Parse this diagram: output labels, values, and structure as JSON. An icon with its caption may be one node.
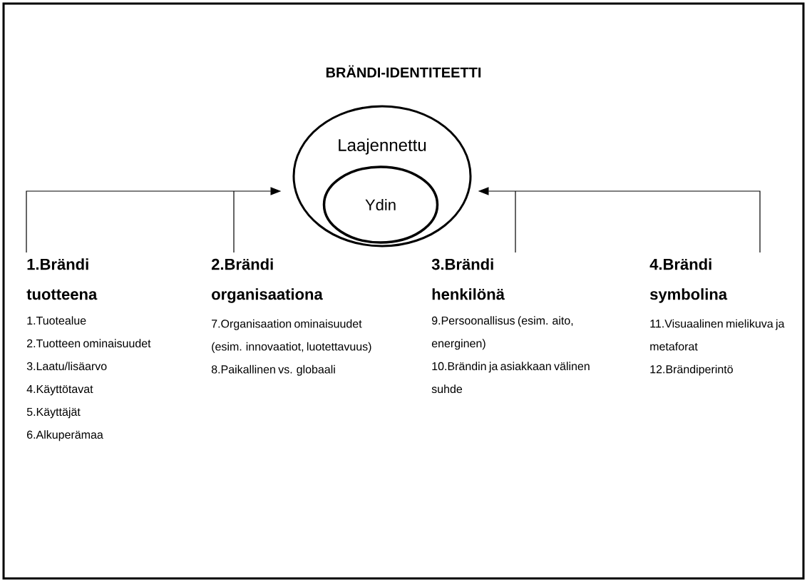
{
  "diagram": {
    "title": "BRÄNDI-IDENTITEETTI",
    "nodes": [
      {
        "text": [
          "Laajennettu"
        ]
      },
      {
        "text": [
          "Ydin"
        ],
        "in": 0
      },
      {
        "text": [
          "1.Brändi tuotteena",
          "1.Tuotealue",
          "2.Tuotteen ominaisuudet",
          "3.Laatu/lisäarvo",
          "4.Käyttötavat",
          "5.Käyttäjät",
          "6.Alkuperämaa"
        ]
      },
      {
        "text": [
          "2.Brändi organisaationa",
          "7.Organisaation ominaisuudet (esim. innovaatiot, luotettavuus)",
          "8.Paikallinen vs. globaali"
        ]
      },
      {
        "text": [
          "3.Brändi henkilönä",
          "9.Persoonallisus (esim. aito, energinen)",
          "10.Brändin ja asiakkaan välinen suhde"
        ]
      },
      {
        "text": [
          "4.Brändi symbolina",
          "11.Visuaalinen mielikuva ja metaforat",
          "12.Brändiperintö"
        ]
      }
    ],
    "edges": [
      {
        "from": 2,
        "to": 0,
        "arrow": "to"
      },
      {
        "from": 3,
        "to": 0,
        "arrow": "to"
      },
      {
        "from": 4,
        "to": 0,
        "arrow": "to"
      },
      {
        "from": 5,
        "to": 0,
        "arrow": "to"
      }
    ]
  }
}
